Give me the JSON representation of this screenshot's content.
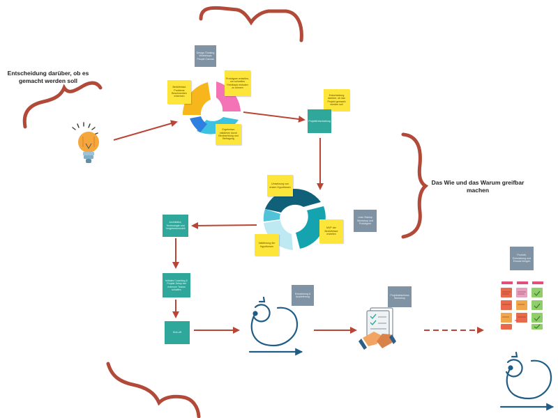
{
  "labels": {
    "decision": "Entscheidung darüber, ob es gemacht werden soll",
    "how_why": "Das Wie und das Warum greifbar machen"
  },
  "notes": {
    "slate_top": "Design Thinking Workshops People Canvas",
    "sticky_left_top": "Bedürfnisse Probleme Beschwerden erkennen",
    "sticky_right_top": "Prototypen erstellen, um schnelles Feedback einholen zu können",
    "sticky_bottom_top": "Ergebnisse validieren durch Beobachtung und Befragung",
    "sticky_decision": "Entscheidung darüber, ob das Projekt gemacht werden soll",
    "teal_project": "Projektfreischaltung",
    "sticky_top_mid": "Umsetzung von ersten Hypothesen",
    "sticky_right_mid": "MVP der Bedürfnisse erstellen",
    "sticky_left_mid": "Validierung der Hypothesen",
    "slate_lean": "Lean Startup Workshop und Prototypen",
    "teal_left": "Architektur, Technologie und Vorgehensmodell",
    "teal_mid": "Initiales Coaching & Projekt-Setup bei externen Teams schaffen",
    "teal_kickoff": "Kick-off",
    "slate_scrum": "Entwicklung & Auslieferung",
    "slate_vendor": "Projektabschluss Workshop",
    "slate_final": "Produkt-Entwicklung und Einsatz bringen"
  },
  "colors": {
    "brace": "#b24a3a",
    "arrow": "#b84535",
    "cycle_top": [
      "#f7b71c",
      "#f472b6",
      "#3cc1e1",
      "#2f7fe0"
    ],
    "cycle_mid": [
      "#11607a",
      "#16a3b0",
      "#bfe9f2",
      "#52c2d8"
    ],
    "scrum": "#1f5d87",
    "sticky": "#fde53a",
    "slate": "#7f93a5",
    "teal": "#2fa79b"
  },
  "icons": [
    "lightbulb-icon",
    "scrum-cycle-icon",
    "handshake-contract-icon",
    "kanban-board-icon"
  ]
}
